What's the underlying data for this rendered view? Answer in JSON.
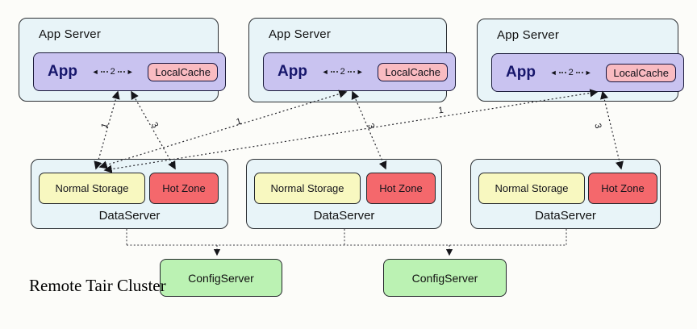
{
  "app_servers": [
    {
      "title": "App Server",
      "app_label": "App",
      "cache_label": "LocalCache",
      "cache_link_label": "2"
    },
    {
      "title": "App Server",
      "app_label": "App",
      "cache_label": "LocalCache",
      "cache_link_label": "2"
    },
    {
      "title": "App Server",
      "app_label": "App",
      "cache_label": "LocalCache",
      "cache_link_label": "2"
    }
  ],
  "data_servers": [
    {
      "normal_label": "Normal Storage",
      "hot_label": "Hot Zone",
      "title": "DataServer"
    },
    {
      "normal_label": "Normal Storage",
      "hot_label": "Hot Zone",
      "title": "DataServer"
    },
    {
      "normal_label": "Normal Storage",
      "hot_label": "Hot Zone",
      "title": "DataServer"
    }
  ],
  "config_servers": [
    {
      "label": "ConfigServer"
    },
    {
      "label": "ConfigServer"
    }
  ],
  "cluster_label": "Remote Tair Cluster",
  "edges": {
    "app1_normal": "1",
    "app1_hot": "3",
    "app2_normal": "1",
    "app2_hot": "3",
    "app3_normal": "1",
    "app3_hot": "3"
  },
  "colors": {
    "canvas": "#fcfcf9",
    "server-fill": "#e8f4f8",
    "appbox-fill": "#c9c3f0",
    "cache-fill": "#f9bbc1",
    "normal-fill": "#f8f8c0",
    "hot-fill": "#f4686c",
    "config-fill": "#bbf2b3"
  }
}
